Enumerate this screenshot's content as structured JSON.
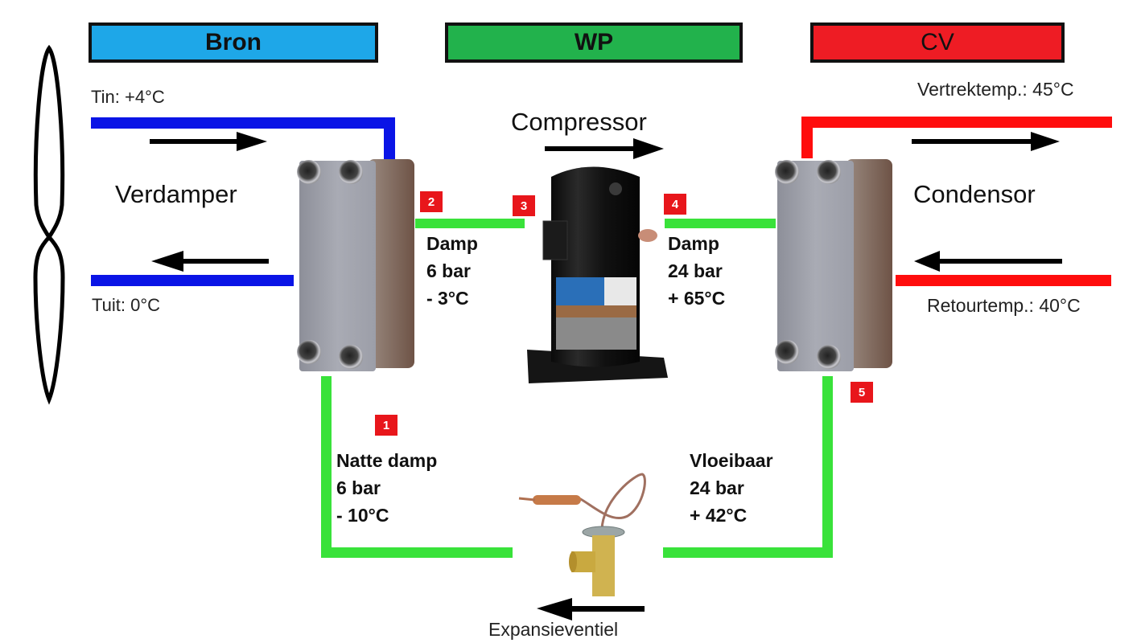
{
  "headers": {
    "source": {
      "label": "Bron",
      "color": "#1ea7e8"
    },
    "heatpump": {
      "label": "WP",
      "color": "#22b24c"
    },
    "heating": {
      "label": "CV",
      "color": "#ee1c24"
    }
  },
  "colors": {
    "source_pipe": "#0a14e6",
    "refrigerant_pipe": "#39e23a",
    "heating_pipe": "#ff0d0d",
    "badge": "#e8161b",
    "arrow": "#000000"
  },
  "source_side": {
    "inlet_label": "Tin: +4°C",
    "outlet_label": "Tuit: 0°C",
    "component_label": "Verdamper"
  },
  "heating_side": {
    "supply_label": "Vertrektemp.: 45°C",
    "return_label": "Retourtemp.: 40°C",
    "component_label": "Condensor"
  },
  "compressor": {
    "label": "Compressor"
  },
  "expansion_valve": {
    "label": "Expansieventiel"
  },
  "states": [
    {
      "point": "1",
      "lines": [
        "Natte damp",
        "6 bar",
        "- 10°C"
      ]
    },
    {
      "point": "2",
      "lines": [
        "Damp",
        "6 bar",
        "- 3°C"
      ]
    },
    {
      "point": "3",
      "lines": []
    },
    {
      "point": "4",
      "lines": [
        "Damp",
        "24 bar",
        "+ 65°C"
      ]
    },
    {
      "point": "5",
      "lines": [
        "Vloeibaar",
        "24 bar",
        "+ 42°C"
      ]
    }
  ]
}
